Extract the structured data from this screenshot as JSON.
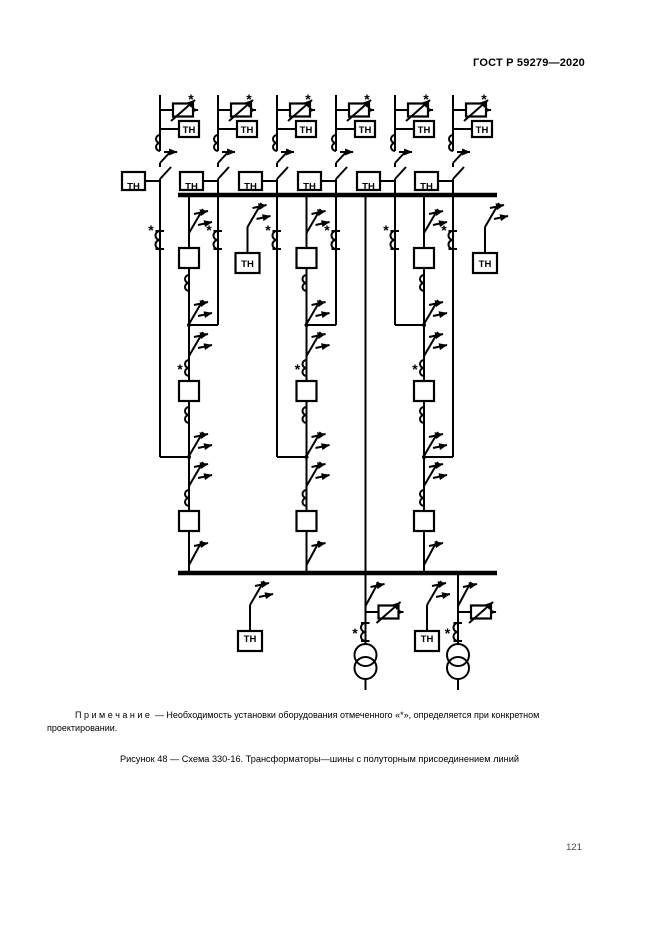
{
  "page": {
    "header_title": "ГОСТ Р 59279—2020",
    "page_number": "121"
  },
  "note": {
    "term": "П р и м е ч а н и е",
    "body": "— Необходимость установки оборудования отмеченного «*», определяется при конкретном проектировании."
  },
  "caption": "Рисунок 48 — Схема 330-16. Трансформаторы—шины с полуторным присоединением линий",
  "diagram": {
    "tn_label": "ТН",
    "star_mark": "*"
  }
}
